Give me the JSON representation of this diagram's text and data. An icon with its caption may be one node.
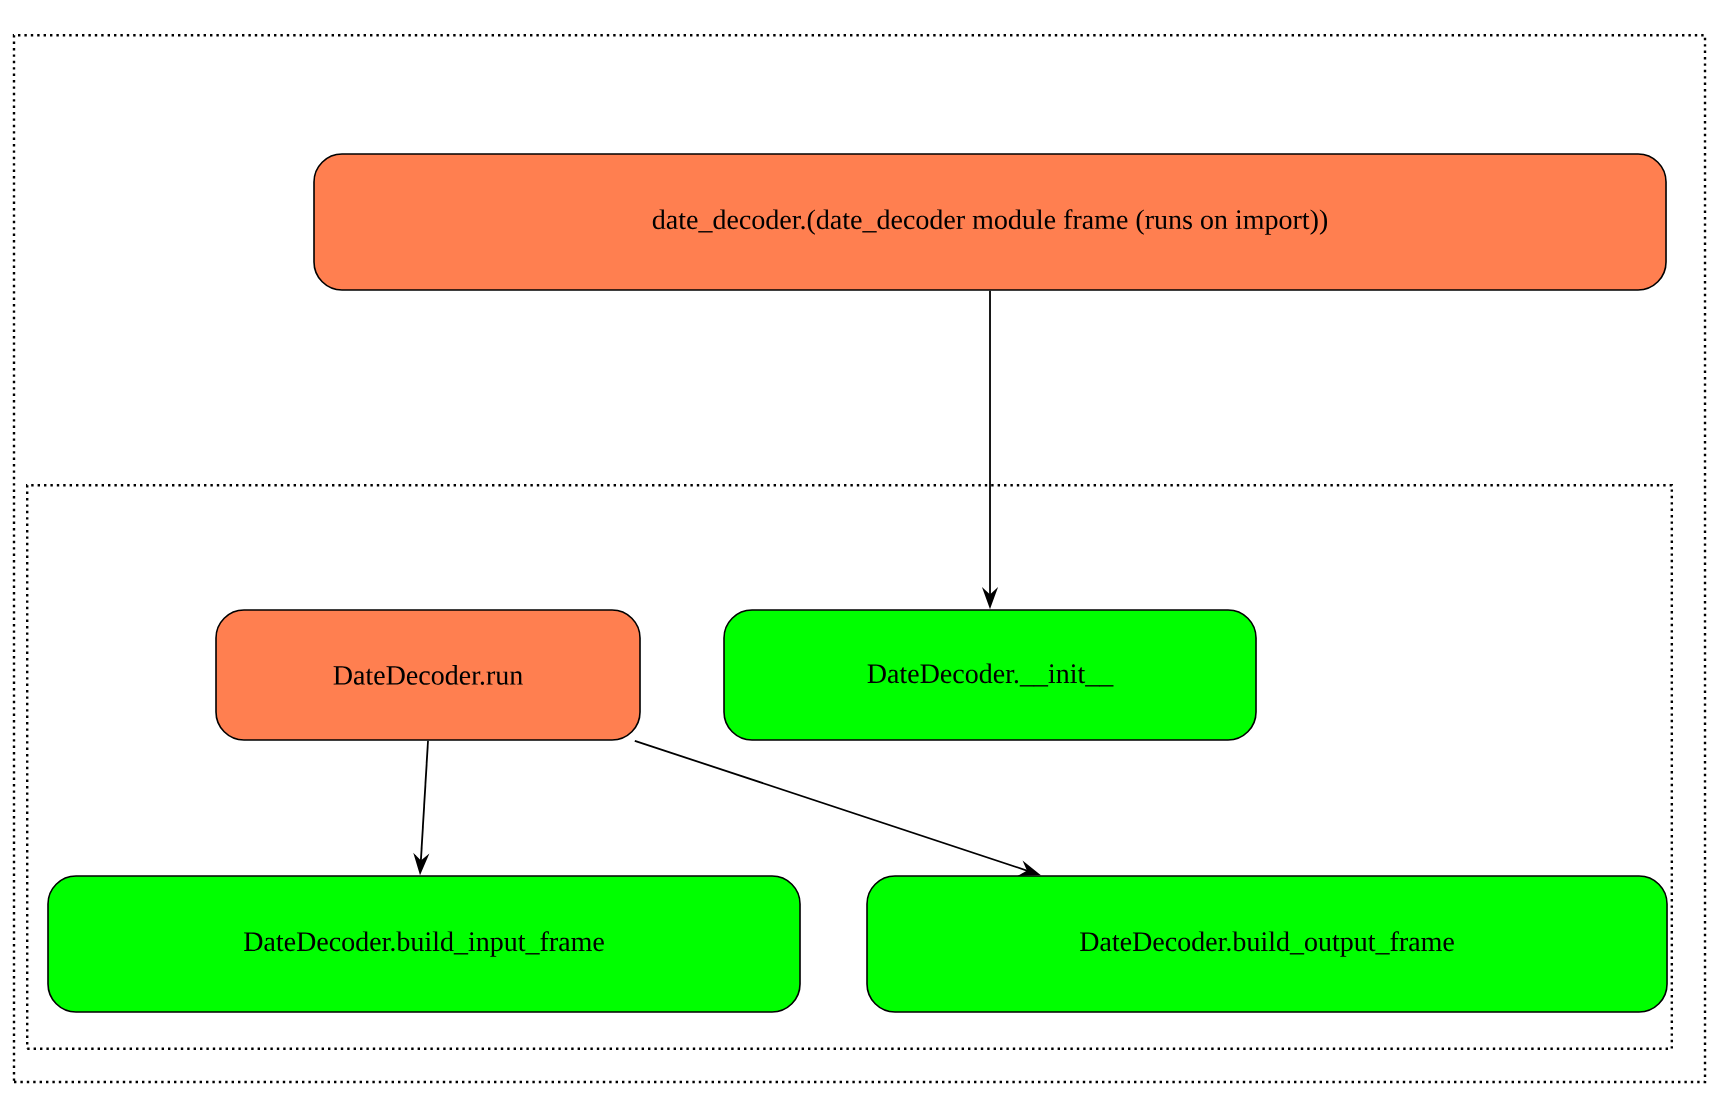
{
  "diagram": {
    "nodes": [
      {
        "text": [],
        "shape": "box"
      },
      {
        "text": [
          "date_decoder.(date_decoder module frame (runs on import))"
        ],
        "in": 0
      },
      {
        "text": [],
        "shape": "box",
        "in": 0
      },
      {
        "text": [
          "DateDecoder.run"
        ],
        "in": 2
      },
      {
        "text": [
          "DateDecoder.__init__"
        ],
        "in": 2
      },
      {
        "text": [
          "DateDecoder.build_input_frame"
        ],
        "in": 2
      },
      {
        "text": [
          "DateDecoder.build_output_frame"
        ],
        "in": 2
      }
    ],
    "edges": [
      {
        "from": 1,
        "to": 4,
        "arrow": "to"
      },
      {
        "from": 3,
        "to": 5,
        "arrow": "to"
      },
      {
        "from": 3,
        "to": 6,
        "arrow": "to"
      }
    ]
  }
}
